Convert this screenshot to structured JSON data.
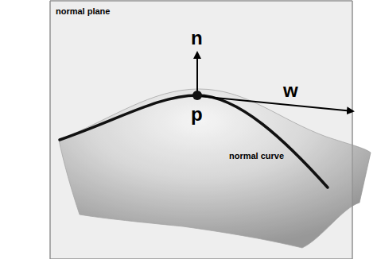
{
  "diagram": {
    "labels": [
      "normal plane",
      "n",
      "w",
      "p",
      "normal curve"
    ]
  }
}
